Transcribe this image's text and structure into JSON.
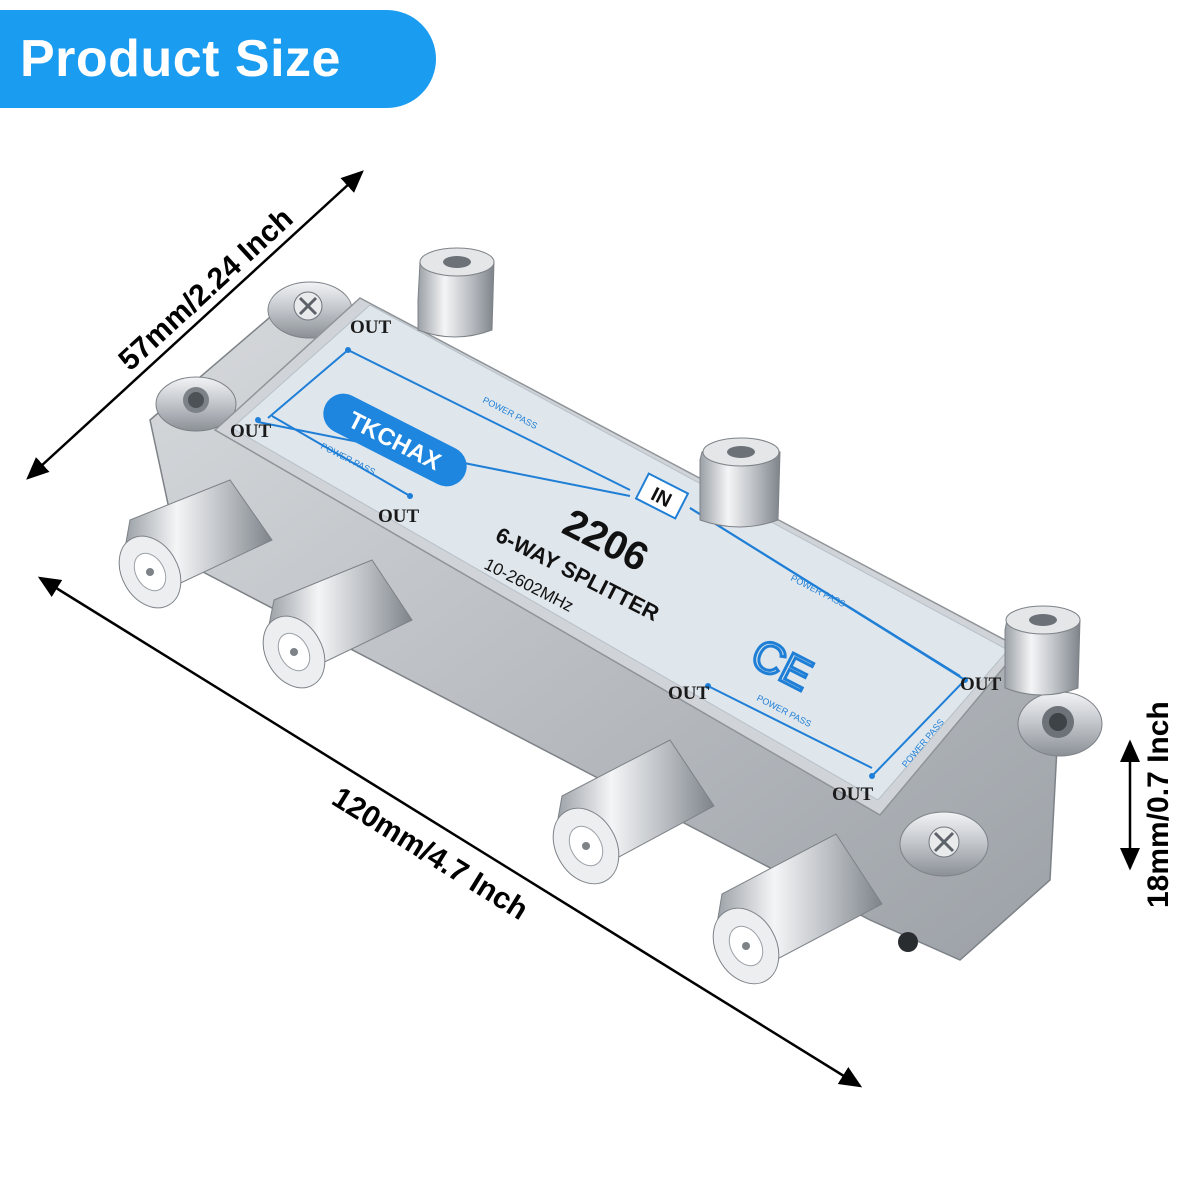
{
  "header": {
    "title": "Product Size"
  },
  "dimensions": {
    "width_label": "57mm/2.24 Inch",
    "length_label": "120mm/4.7 Inch",
    "height_label": "18mm/0.7 Inch"
  },
  "device": {
    "brand": "TKCHAX",
    "model": "2206",
    "description": "6-WAY SPLITTER",
    "frequency": "10-2602MHz",
    "input_label": "IN",
    "certification": "CE",
    "power_pass_label": "POWER PASS",
    "port_labels": [
      "OUT",
      "OUT",
      "OUT",
      "OUT",
      "OUT",
      "OUT"
    ]
  },
  "colors": {
    "accent": "#1a9cf0",
    "label_blue": "#1f7fd6",
    "label_bg": "#dfe6ec",
    "metal": "#c9cdd1"
  },
  "icons": {
    "connector": "f-connector-icon",
    "screw": "screw-icon",
    "ce": "ce-mark-icon"
  }
}
